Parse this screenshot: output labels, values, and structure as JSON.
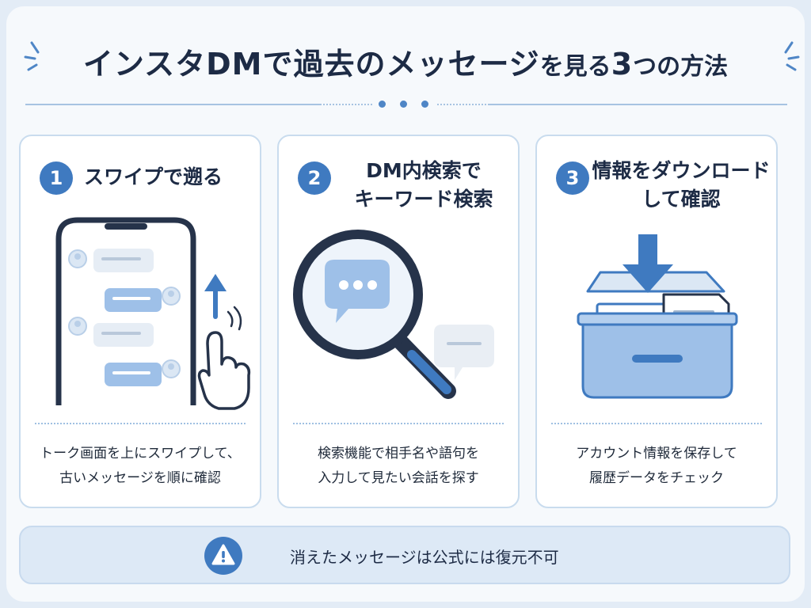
{
  "title": {
    "part1": "インスタDMで過去のメッセージ",
    "part2": "を見る",
    "part3": "3",
    "part4": "つの方法"
  },
  "methods": [
    {
      "number": "1",
      "title_lines": [
        "スワイプで遡る"
      ],
      "desc_lines": [
        "トーク画面を上にスワイプして、",
        "古いメッセージを順に確認"
      ]
    },
    {
      "number": "2",
      "title_lines": [
        "DM内検索で",
        "キーワード検索"
      ],
      "desc_lines": [
        "検索機能で相手名や語句を",
        "入力して見たい会話を探す"
      ]
    },
    {
      "number": "3",
      "title_lines": [
        "情報をダウンロード",
        "して確認"
      ],
      "desc_lines": [
        "アカウント情報を保存して",
        "履歴データをチェック"
      ]
    }
  ],
  "warning": {
    "text": "消えたメッセージは公式には復元不可",
    "icon": "warning-icon"
  },
  "colors": {
    "accent": "#3f7ac0",
    "title": "#1d2b45",
    "card_border": "#c9dcee",
    "background": "#e3ecf6"
  }
}
